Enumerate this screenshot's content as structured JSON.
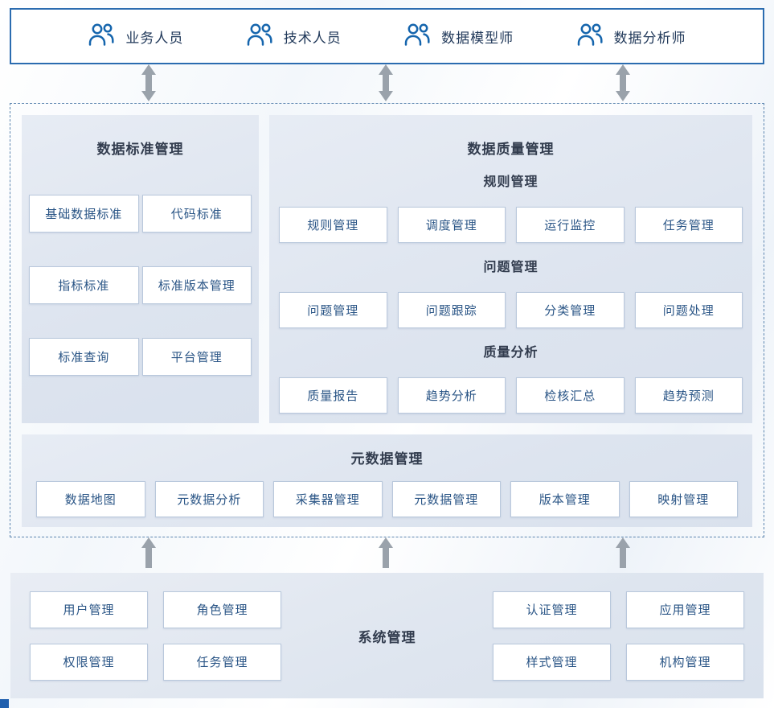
{
  "colors": {
    "accent_blue": "#1565ad",
    "roles_border": "#2b6cb0",
    "dashed_border": "#5d86b0",
    "panel_bg": "#dde4ef",
    "box_border": "#b9c8dc",
    "box_text": "#2a5586",
    "title_text": "#323c4e",
    "arrow": "#9aa2ab",
    "corner_accent": "#1f5fae"
  },
  "roles": [
    {
      "label": "业务人员"
    },
    {
      "label": "技术人员"
    },
    {
      "label": "数据模型师"
    },
    {
      "label": "数据分析师"
    }
  ],
  "standard_panel": {
    "title": "数据标准管理",
    "items": [
      "基础数据标准",
      "代码标准",
      "指标标准",
      "标准版本管理",
      "标准查询",
      "平台管理"
    ]
  },
  "quality_panel": {
    "title": "数据质量管理",
    "groups": [
      {
        "title": "规则管理",
        "items": [
          "规则管理",
          "调度管理",
          "运行监控",
          "任务管理"
        ]
      },
      {
        "title": "问题管理",
        "items": [
          "问题管理",
          "问题跟踪",
          "分类管理",
          "问题处理"
        ]
      },
      {
        "title": "质量分析",
        "items": [
          "质量报告",
          "趋势分析",
          "检核汇总",
          "趋势预测"
        ]
      }
    ]
  },
  "metadata_panel": {
    "title": "元数据管理",
    "items": [
      "数据地图",
      "元数据分析",
      "采集器管理",
      "元数据管理",
      "版本管理",
      "映射管理"
    ]
  },
  "system_panel": {
    "title": "系统管理",
    "left_items": [
      "用户管理",
      "角色管理",
      "权限管理",
      "任务管理"
    ],
    "right_items": [
      "认证管理",
      "应用管理",
      "样式管理",
      "机构管理"
    ]
  }
}
